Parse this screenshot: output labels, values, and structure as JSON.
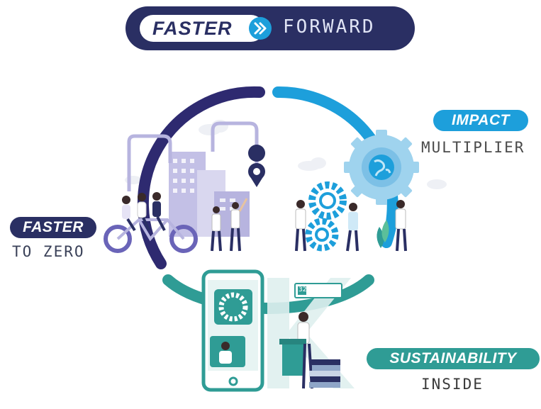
{
  "banner": {
    "faster": "FASTER",
    "forward": "FORWARD"
  },
  "labels": {
    "faster_to_zero": {
      "tag": "FASTER",
      "sub": "TO ZERO"
    },
    "impact_multiplier": {
      "tag": "IMPACT",
      "sub": "MULTIPLIER"
    },
    "sustainability_inside": {
      "tag": "SUSTAINABILITY",
      "sub": "INSIDE"
    }
  },
  "phone": {
    "tag": "32"
  },
  "colors": {
    "navy": "#2a2f63",
    "blue": "#1d9fdb",
    "teal": "#2f9c95",
    "lavender": "#b7b4df"
  },
  "icons": [
    "fast-forward-icon",
    "location-pin-icon",
    "globe-icon",
    "gear-icon"
  ]
}
